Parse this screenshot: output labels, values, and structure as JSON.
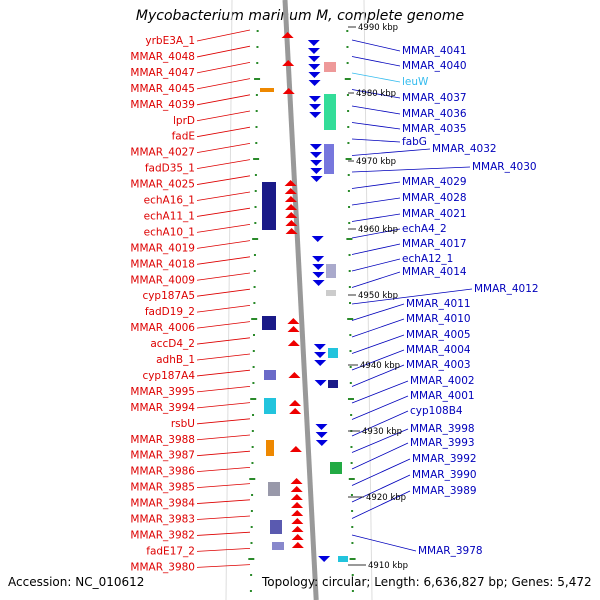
{
  "title": "Mycobacterium marinum M, complete genome",
  "footer": {
    "accession": "Accession: NC_010612",
    "topology": "Topology: circular; Length: 6,636,827 bp; Genes: 5,472"
  },
  "colors": {
    "left_label": "#dd0000",
    "right_label": "#0000bb",
    "rna_label": "#33bbee",
    "forward_gene": "#ee0000",
    "reverse_gene": "#0000dd",
    "backbone": "#999999",
    "tick": "#2a8a2a"
  },
  "kbp_marks": [
    "4990 kbp",
    "4980 kbp",
    "4970 kbp",
    "4960 kbp",
    "4950 kbp",
    "4940 kbp",
    "4930 kbp",
    "4920 kbp",
    "4910 kbp"
  ],
  "left_labels": [
    "yrbE3A_1",
    "MMAR_4048",
    "MMAR_4047",
    "MMAR_4045",
    "MMAR_4039",
    "lprD",
    "fadE",
    "MMAR_4027",
    "fadD35_1",
    "MMAR_4025",
    "echA16_1",
    "echA11_1",
    "echA10_1",
    "MMAR_4019",
    "MMAR_4018",
    "MMAR_4009",
    "cyp187A5",
    "fadD19_2",
    "MMAR_4006",
    "accD4_2",
    "adhB_1",
    "cyp187A4",
    "MMAR_3995",
    "MMAR_3994",
    "rsbU",
    "MMAR_3988",
    "MMAR_3987",
    "MMAR_3986",
    "MMAR_3985",
    "MMAR_3984",
    "MMAR_3983",
    "MMAR_3982",
    "fadE17_2",
    "MMAR_3980"
  ],
  "right_labels": [
    "MMAR_4041",
    "MMAR_4040",
    "leuW",
    "MMAR_4037",
    "MMAR_4036",
    "MMAR_4035",
    "fabG",
    "MMAR_4032",
    "MMAR_4030",
    "MMAR_4029",
    "MMAR_4028",
    "MMAR_4021",
    "echA4_2",
    "MMAR_4017",
    "echA12_1",
    "MMAR_4014",
    "MMAR_4012",
    "MMAR_4011",
    "MMAR_4010",
    "MMAR_4005",
    "MMAR_4004",
    "MMAR_4003",
    "MMAR_4002",
    "MMAR_4001",
    "cyp108B4",
    "MMAR_3998",
    "MMAR_3993",
    "MMAR_3992",
    "MMAR_3990",
    "MMAR_3989",
    "MMAR_3978"
  ]
}
